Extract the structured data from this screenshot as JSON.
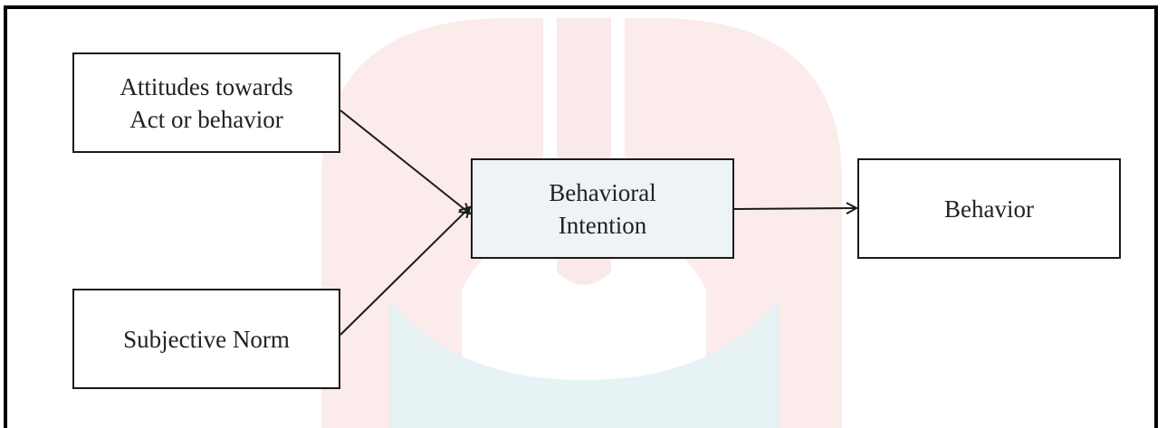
{
  "diagram": {
    "nodes": {
      "attitudes": {
        "label": "Attitudes towards\nAct or behavior"
      },
      "norm": {
        "label": "Subjective Norm"
      },
      "intention": {
        "label": "Behavioral\nIntention"
      },
      "behavior": {
        "label": "Behavior"
      }
    },
    "edges": [
      {
        "from": "attitudes",
        "to": "intention"
      },
      {
        "from": "norm",
        "to": "intention"
      },
      {
        "from": "intention",
        "to": "behavior"
      }
    ]
  },
  "colors": {
    "border": "#000000",
    "box_stroke": "#1a1a1a",
    "intention_fill": "#eef3f6",
    "watermark_red": "#f7dcdc",
    "watermark_teal": "#dff0f2"
  }
}
